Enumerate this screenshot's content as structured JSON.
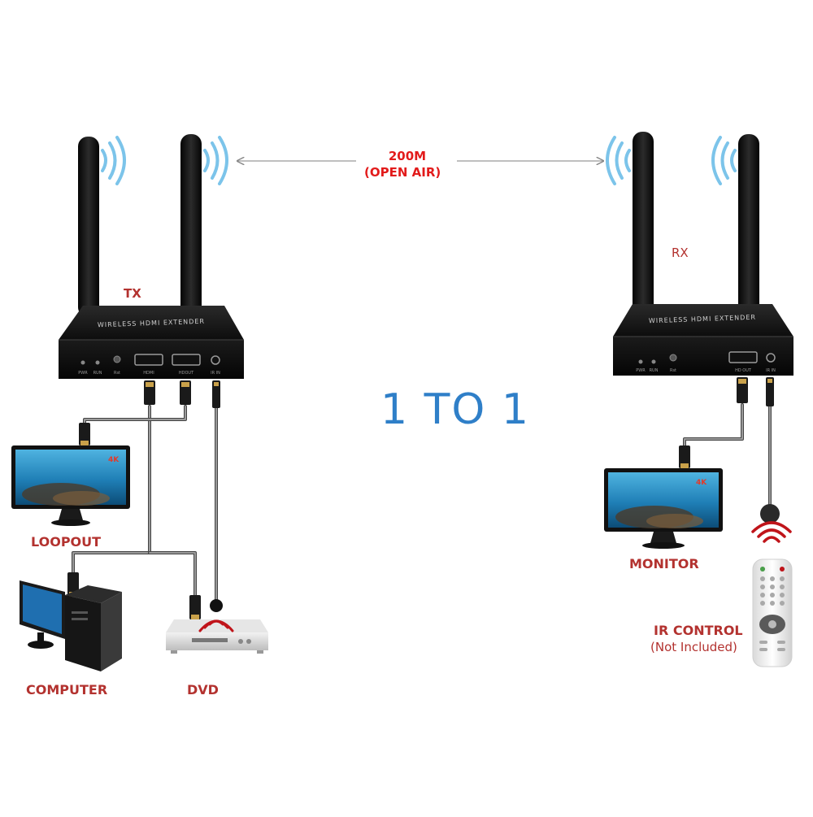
{
  "distance": {
    "line1": "200M",
    "line2": "(OPEN AIR)"
  },
  "tx": {
    "label": "TX",
    "title": "WIRELESS HDMI EXTENDER",
    "ports": [
      "PWR",
      "RUN",
      "Rst",
      "HDMI",
      "HDOUT",
      "IR IN"
    ]
  },
  "rx": {
    "label": "RX",
    "title": "WIRELESS HDMI EXTENDER",
    "ports": [
      "PWR",
      "RUN",
      "Rst",
      "HD OUT",
      "IR IN"
    ]
  },
  "center_text": "1 TO 1",
  "devices": {
    "loopout": "LOOPOUT",
    "computer": "COMPUTER",
    "dvd": "DVD",
    "monitor": "MONITOR",
    "ir_control": "IR CONTROL",
    "ir_note": "(Not Included)"
  },
  "screen_badge": "4K",
  "colors": {
    "label_red": "#b3322f",
    "distance_red": "#e21b1b",
    "center_blue": "#2f7fc8",
    "wifi_blue": "#7cc4ea",
    "ir_red": "#c0141a"
  }
}
